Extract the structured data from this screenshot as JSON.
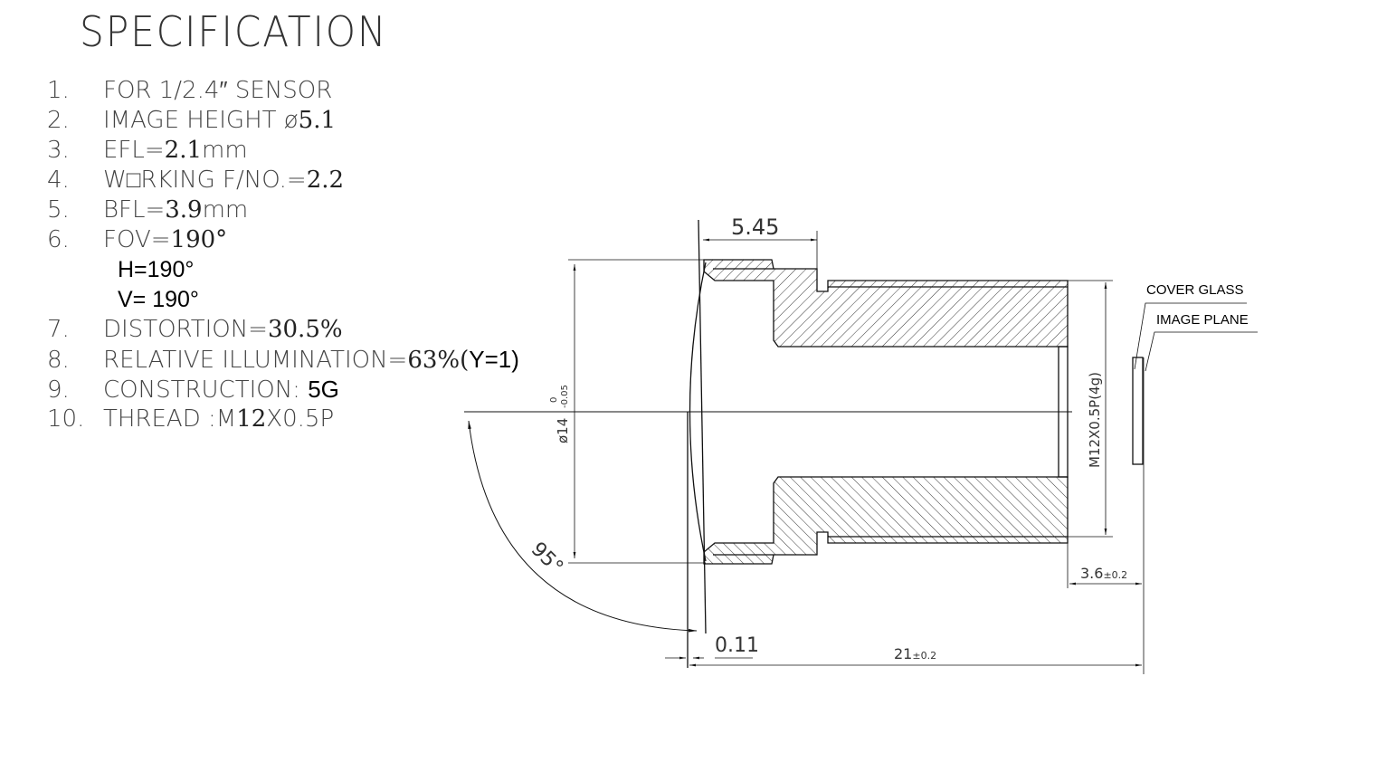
{
  "title": "SPECIFICATION",
  "specs": [
    {
      "num": "1.",
      "label": "FOR 1/2.4″ SENSOR",
      "value": ""
    },
    {
      "num": "2.",
      "label": "IMAGE HEIGHT  ø",
      "value": "5.1"
    },
    {
      "num": "3.",
      "label": "EFL=",
      "value": "2.1",
      "unit": "mm"
    },
    {
      "num": "4.",
      "label": "W□RKING F/NO.=",
      "value": "2.2"
    },
    {
      "num": "5.",
      "label": "BFL=",
      "value": "3.9",
      "unit": "mm"
    },
    {
      "num": "6.",
      "label": "FOV=",
      "value": "190°"
    },
    {
      "num": "",
      "label": "H=190°"
    },
    {
      "num": "",
      "label": "V= 190°"
    },
    {
      "num": "7.",
      "label": "DISTORTION=",
      "value": "30.5%"
    },
    {
      "num": "8.",
      "label": "RELATIVE ILLUMINATION=",
      "value": "63%(",
      "extra": "Y=1)"
    },
    {
      "num": "9.",
      "label": "CONSTRUCTION:  ",
      "value": "5G"
    },
    {
      "num": "10.",
      "label": "THREAD :M",
      "value": "12",
      "unit": "X0.5P"
    }
  ],
  "drawing": {
    "dim_front_length": "5.45",
    "dim_diameter": "ø14",
    "dim_diameter_tol_upper": "0",
    "dim_diameter_tol_lower": "-0.05",
    "dim_thread": "M12X0.5P(4g)",
    "dim_bfl_mech": "3.6",
    "dim_bfl_mech_tol": "±0.2",
    "dim_total": "21",
    "dim_total_tol": "±0.2",
    "dim_sag": "0.11",
    "angle": "95°",
    "label_cover_glass": "COVER GLASS",
    "label_image_plane": "IMAGE PLANE"
  }
}
